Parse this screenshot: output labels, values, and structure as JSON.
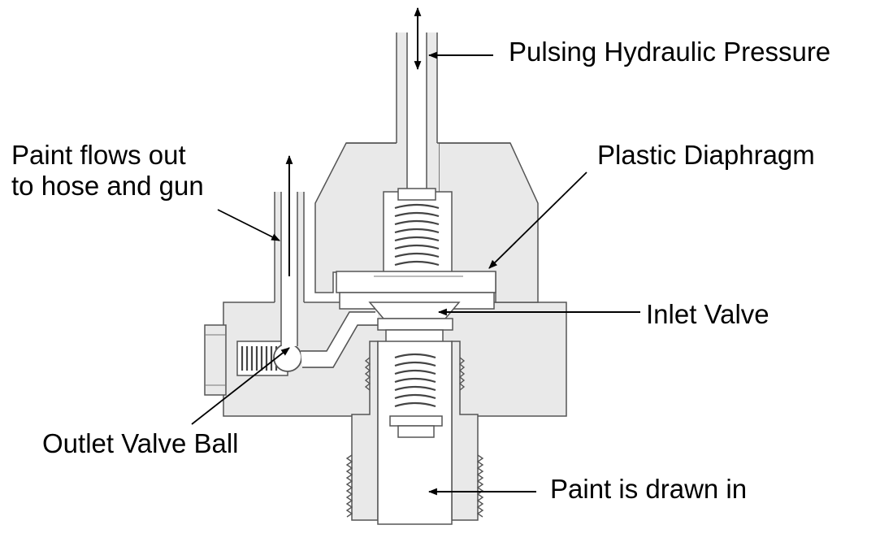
{
  "labels": {
    "hydraulic_pressure": "Pulsing Hydraulic Pressure",
    "paint_out_line1": "Paint flows out",
    "paint_out_line2": "to hose and gun",
    "plastic_diaphragm": "Plastic Diaphragm",
    "inlet_valve": "Inlet Valve",
    "outlet_valve_ball": "Outlet Valve Ball",
    "paint_drawn_in": "Paint is drawn in"
  },
  "colors": {
    "body_fill": "#e9e9e9",
    "outline": "#555555",
    "arrow": "#000000",
    "background": "#ffffff"
  }
}
